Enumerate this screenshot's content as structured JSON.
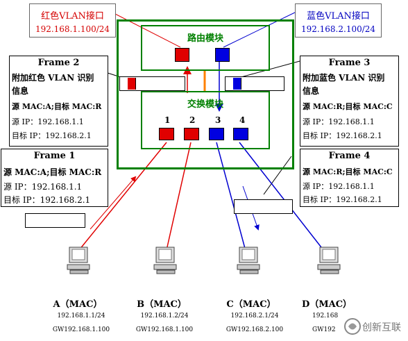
{
  "callouts": {
    "red": {
      "title": "红色VLAN接口",
      "ip": "192.168.1.100/24",
      "color": "#d40000"
    },
    "blue": {
      "title": "蓝色VLAN接口",
      "ip": "192.168.2.100/24",
      "color": "#0000c0"
    }
  },
  "router": {
    "label": "路由模块",
    "color": "#008000"
  },
  "switch": {
    "label": "交换模块",
    "color": "#008000",
    "ports": [
      "1",
      "2",
      "3",
      "4"
    ]
  },
  "frames": {
    "frame2": {
      "title": "Frame 2",
      "lines": [
        "附加红色 VLAN 识别",
        "信息",
        "源 MAC:A;目标 MAC:R",
        "源 IP：192.168.1.1",
        "目标 IP：192.168.2.1"
      ]
    },
    "frame3": {
      "title": "Frame 3",
      "lines": [
        "附加蓝色 VLAN 识别",
        "信息",
        "源 MAC:R;目标 MAC:C",
        "源 IP：192.168.1.1",
        "目标 IP：192.168.2.1"
      ]
    },
    "frame1": {
      "title": "Frame 1",
      "lines": [
        "源 MAC:A;目标 MAC:R",
        "源 IP：192.168.1.1",
        "目标 IP：192.168.2.1"
      ]
    },
    "frame4": {
      "title": "Frame 4",
      "lines": [
        "源 MAC:R;目标 MAC:C",
        "源 IP：192.168.1.1",
        "目标 IP：192.168.2.1"
      ]
    }
  },
  "hosts": [
    {
      "label": "A（MAC）",
      "ip": "192.168.1.1/24",
      "gw": "GW192.168.1.100"
    },
    {
      "label": "B（MAC）",
      "ip": "192.168.1.2/24",
      "gw": "GW192.168.1.100"
    },
    {
      "label": "C（MAC）",
      "ip": "192.168.2.1/24",
      "gw": "GW192.168.2.100"
    },
    {
      "label": "D（MAC）",
      "ip": "192.168",
      "gw": "GW192"
    }
  ],
  "colors": {
    "red": "#e00000",
    "blue": "#0000d0",
    "green": "#008000",
    "orange": "#ff8000"
  },
  "watermark": "创新互联"
}
